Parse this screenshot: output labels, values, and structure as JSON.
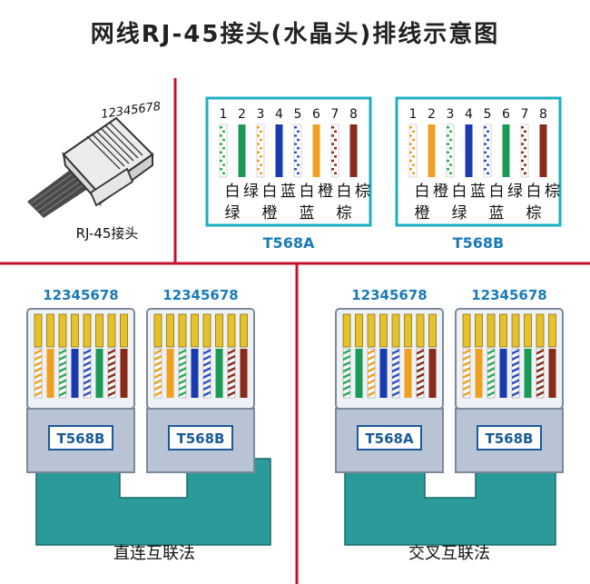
{
  "title": "网线RJ-45接头(水晶头)排线示意图",
  "connector": {
    "pin_numbers": "12345678",
    "caption": "RJ-45接头"
  },
  "standards": [
    {
      "id": "t568a",
      "name": "T568A",
      "pins": [
        "1",
        "2",
        "3",
        "4",
        "5",
        "6",
        "7",
        "8"
      ],
      "wires": [
        {
          "base": "#2eaa5a",
          "stripe": true
        },
        {
          "base": "#1a9a55",
          "stripe": false
        },
        {
          "base": "#f0a020",
          "stripe": true
        },
        {
          "base": "#1a3ab0",
          "stripe": false
        },
        {
          "base": "#3050c8",
          "stripe": true
        },
        {
          "base": "#f0a020",
          "stripe": false
        },
        {
          "base": "#8a2a1a",
          "stripe": true
        },
        {
          "base": "#8a2a1a",
          "stripe": false
        }
      ],
      "labels_row1": [
        "白",
        "绿",
        "白",
        "蓝",
        "白",
        "橙",
        "白",
        "棕"
      ],
      "labels_row2": [
        "绿",
        "",
        "橙",
        "",
        "蓝",
        "",
        "棕",
        ""
      ]
    },
    {
      "id": "t568b",
      "name": "T568B",
      "pins": [
        "1",
        "2",
        "3",
        "4",
        "5",
        "6",
        "7",
        "8"
      ],
      "wires": [
        {
          "base": "#f0a020",
          "stripe": true
        },
        {
          "base": "#f0a020",
          "stripe": false
        },
        {
          "base": "#2eaa5a",
          "stripe": true
        },
        {
          "base": "#1a3ab0",
          "stripe": false
        },
        {
          "base": "#3050c8",
          "stripe": true
        },
        {
          "base": "#1a9a55",
          "stripe": false
        },
        {
          "base": "#8a2a1a",
          "stripe": true
        },
        {
          "base": "#8a2a1a",
          "stripe": false
        }
      ],
      "labels_row1": [
        "白",
        "橙",
        "白",
        "蓝",
        "白",
        "绿",
        "白",
        "棕"
      ],
      "labels_row2": [
        "橙",
        "",
        "绿",
        "",
        "蓝",
        "",
        "棕",
        ""
      ]
    }
  ],
  "cables": [
    {
      "id": "straight",
      "label": "直连互联法",
      "plugs": [
        {
          "pin_numbers": "12345678",
          "standard": "T568B"
        },
        {
          "pin_numbers": "12345678",
          "standard": "T568B"
        }
      ]
    },
    {
      "id": "crossover",
      "label": "交叉互联法",
      "plugs": [
        {
          "pin_numbers": "12345678",
          "standard": "T568A"
        },
        {
          "pin_numbers": "12345678",
          "standard": "T568B"
        }
      ]
    }
  ],
  "colors": {
    "divider": "#c8102e",
    "standard_border": "#1ab0c0",
    "standard_label": "#1a7ab8",
    "plug_number": "#1a7ab8",
    "cable": "#2a9a9a",
    "plug_body": "#b8c4d4",
    "plug_label_bg": "#ffffff",
    "plug_label_border": "#1a5a9a",
    "plug_label_text": "#1a5a9a"
  }
}
